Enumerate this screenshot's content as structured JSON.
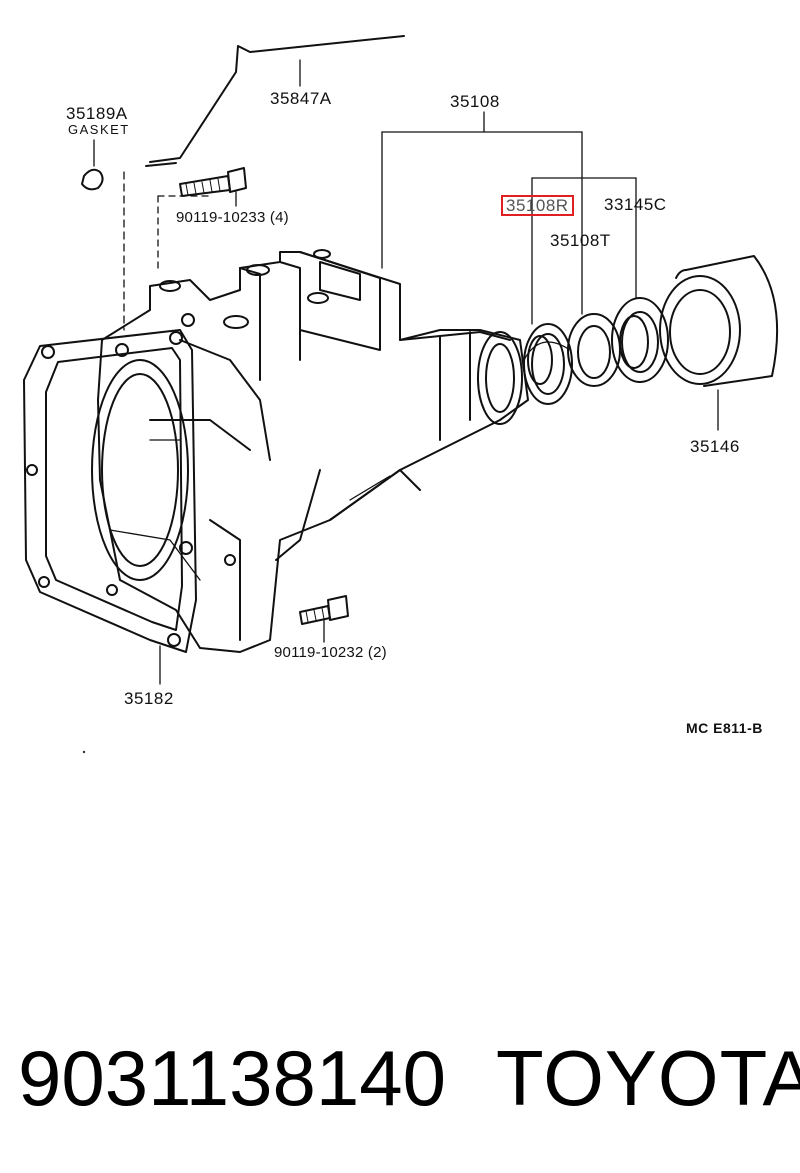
{
  "callouts": {
    "gasket_no": "35189A",
    "gasket_word": "GASKET",
    "wire": "35847A",
    "assembly": "35108",
    "bolt_upper": "90119-10233 (4)",
    "seal_highlighted": "35108R",
    "part_33145c": "33145C",
    "part_35108t": "35108T",
    "ring": "35146",
    "bolt_lower": "90119-10232 (2)",
    "gasket_plate": "35182"
  },
  "diagram_code": "MC  E811-B",
  "footer": {
    "part_number": "9031138140",
    "brand": "TOYOTA"
  },
  "colors": {
    "highlight": "#e02020",
    "line": "#111111"
  }
}
